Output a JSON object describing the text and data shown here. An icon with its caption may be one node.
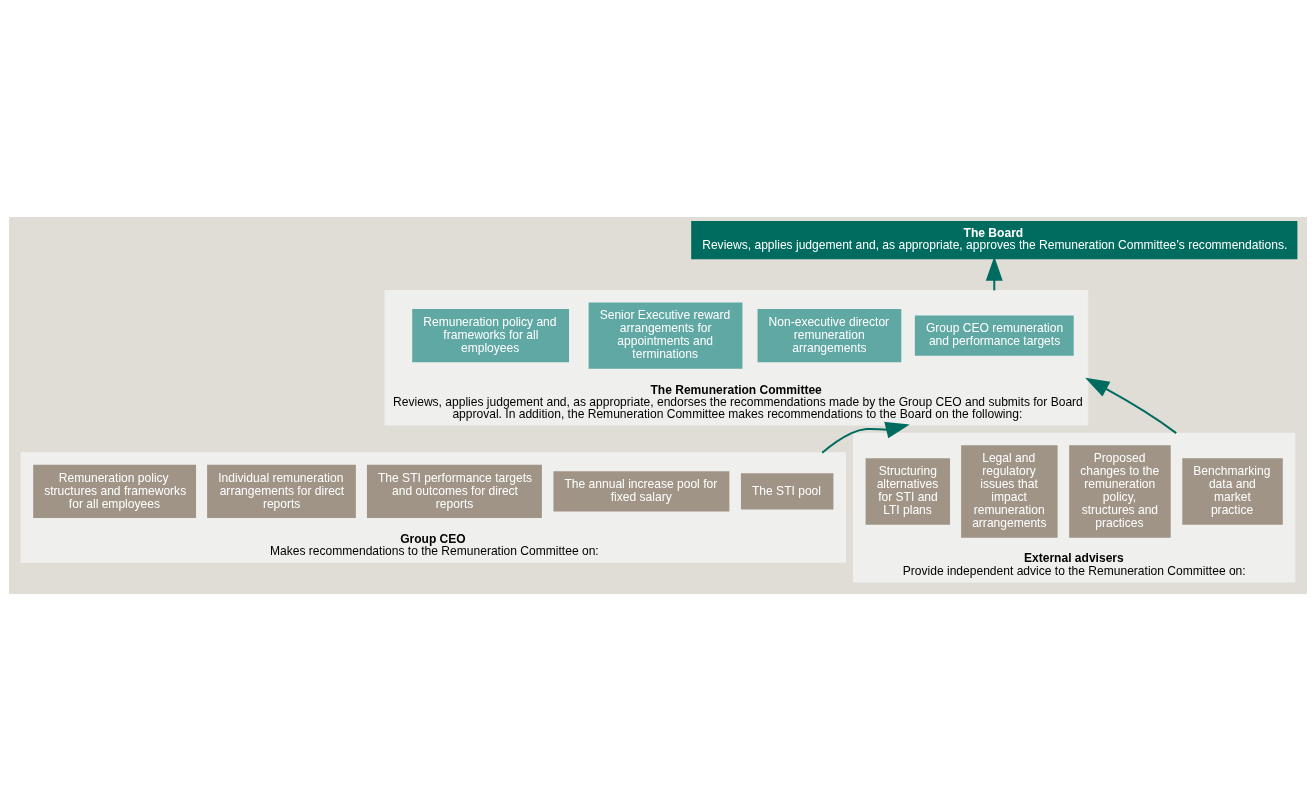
{
  "diagram": {
    "nodes": [
      {
        "text": [
          "The Board",
          "Reviews, applies judgement and, as appropriate, approves the Remuneration Committee’s recommendations."
        ]
      },
      {
        "text": [
          "The Remuneration Committee",
          "Reviews, applies judgement and, as appropriate, endorses the recommendations made by the Group CEO and submits for Board approval. In addition, the Remuneration Committee makes recommendations to the Board on the following:"
        ]
      },
      {
        "text": [
          "Group CEO remuneration and performance targets"
        ],
        "in": 1
      },
      {
        "text": [
          "Non-executive director remuneration arrangements"
        ],
        "in": 1
      },
      {
        "text": [
          "Senior Executive reward arrangements for appointments and terminations"
        ],
        "in": 1
      },
      {
        "text": [
          "Remuneration policy and frameworks for all employees"
        ],
        "in": 1
      },
      {
        "text": [
          "Group CEO",
          "Makes recommendations to the Remuneration Committee on:"
        ]
      },
      {
        "text": [
          "The STI pool"
        ],
        "in": 6
      },
      {
        "text": [
          "The annual increase pool for fixed salary"
        ],
        "in": 6
      },
      {
        "text": [
          "The STI performance targets and outcomes for direct reports"
        ],
        "in": 6
      },
      {
        "text": [
          "Individual remuneration arrangements for direct reports"
        ],
        "in": 6
      },
      {
        "text": [
          "Remuneration policy structures and frameworks for all employees"
        ],
        "in": 6
      },
      {
        "text": [
          "External advisers",
          "Provide independent advice to the Remuneration Committee on:"
        ]
      },
      {
        "text": [
          "Benchmarking data and market practice"
        ],
        "in": 12
      },
      {
        "text": [
          "Proposed changes to the remuneration policy, structures and practices"
        ],
        "in": 12
      },
      {
        "text": [
          "Legal and regulatory issues that impact remuneration arrangements"
        ],
        "in": 12
      },
      {
        "text": [
          "Structuring alternatives for STI and LTI plans"
        ],
        "in": 12
      }
    ],
    "edges": [
      {
        "from": 1,
        "to": 0,
        "arrow": "to"
      },
      {
        "from": 6,
        "to": 1,
        "arrow": "to"
      },
      {
        "from": 12,
        "to": 1,
        "arrow": "to"
      }
    ]
  }
}
